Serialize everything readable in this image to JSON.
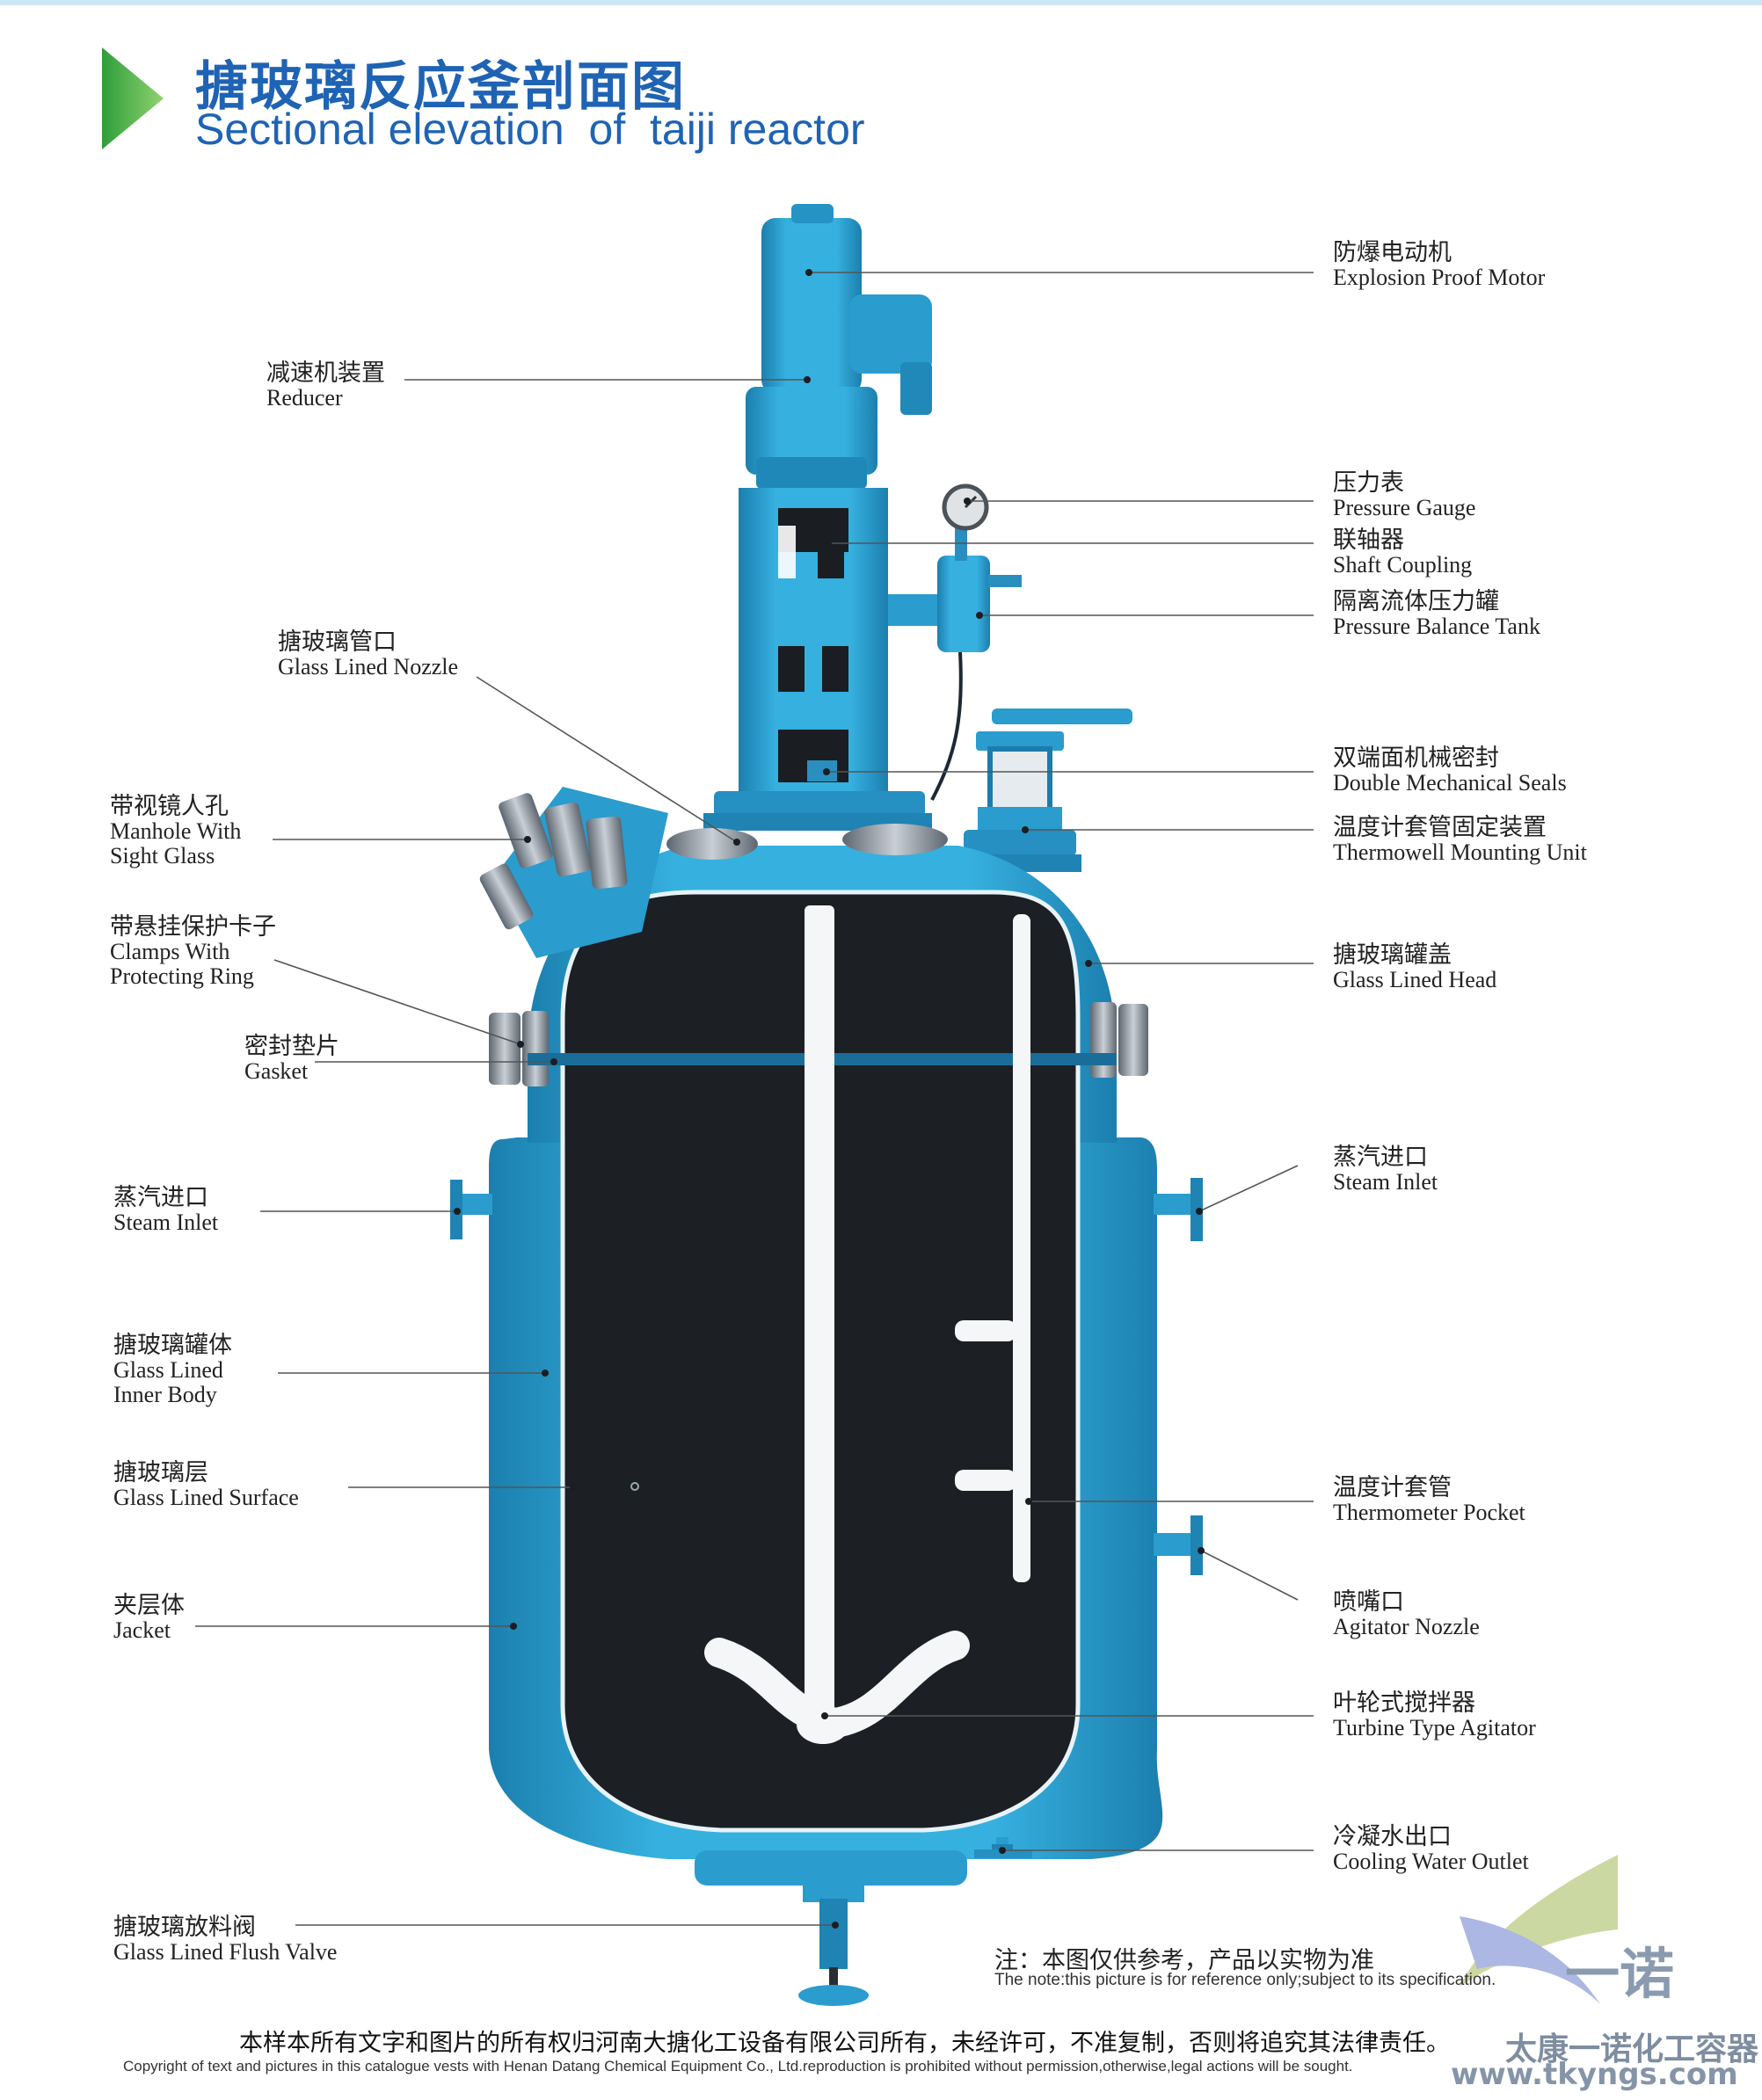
{
  "header": {
    "title_cn": "搪玻璃反应釜剖面图",
    "title_en": "Sectional elevation  of  taiji reactor"
  },
  "labels_left": [
    {
      "cn": "减速机装置",
      "en": "Reducer"
    },
    {
      "cn": "搪玻璃管口",
      "en": "Glass Lined Nozzle"
    },
    {
      "cn": "带视镜人孔",
      "en": "Manhole With\nSight Glass"
    },
    {
      "cn": "带悬挂保护卡子",
      "en": "Clamps With\nProtecting Ring"
    },
    {
      "cn": "密封垫片",
      "en": "Gasket"
    },
    {
      "cn": "蒸汽进口",
      "en": "Steam  Inlet"
    },
    {
      "cn": "搪玻璃罐体",
      "en": "Glass Lined\nInner Body"
    },
    {
      "cn": "搪玻璃层",
      "en": "Glass Lined Surface"
    },
    {
      "cn": "夹层体",
      "en": "Jacket"
    },
    {
      "cn": "搪玻璃放料阀",
      "en": "Glass Lined Flush Valve"
    }
  ],
  "labels_right": [
    {
      "cn": "防爆电动机",
      "en": "Explosion Proof Motor"
    },
    {
      "cn": "压力表",
      "en": "Pressure Gauge"
    },
    {
      "cn": "联轴器",
      "en": "Shaft Coupling"
    },
    {
      "cn": "隔离流体压力罐",
      "en": "Pressure Balance Tank"
    },
    {
      "cn": "双端面机械密封",
      "en": "Double Mechanical Seals"
    },
    {
      "cn": "温度计套管固定装置",
      "en": "Thermowell Mounting Unit"
    },
    {
      "cn": "搪玻璃罐盖",
      "en": "Glass Lined Head"
    },
    {
      "cn": "蒸汽进口",
      "en": "Steam Inlet"
    },
    {
      "cn": "温度计套管",
      "en": "Thermometer Pocket"
    },
    {
      "cn": "喷嘴口",
      "en": "Agitator Nozzle"
    },
    {
      "cn": "叶轮式搅拌器",
      "en": "Turbine Type Agitator"
    },
    {
      "cn": "冷凝水出口",
      "en": "Cooling Water Outlet"
    }
  ],
  "note": {
    "cn": "注：本图仅供参考，产品以实物为准",
    "en": "The note:this picture is for reference only;subject to its specification."
  },
  "copyright": {
    "cn": "本样本所有文字和图片的所有权归河南大搪化工设备有限公司所有，未经许可，不准复制，否则将追究其法律责任。",
    "en": "Copyright  of text and pictures in this catalogue vests with Henan Datang  Chemical Equipment  Co., Ltd.reproduction is prohibited without permission,otherwise,legal actions will be sought."
  },
  "watermark": {
    "big": "一诺",
    "name": "太康一诺化工容器",
    "url": "www.tkyngs.com"
  },
  "colors": {
    "title": "#1f63b4",
    "vessel": "#2fa3d3",
    "vessel_dark": "#1b7fae",
    "interior": "#1c1f24",
    "arrow": "#4cb848",
    "leader": "#555555"
  }
}
